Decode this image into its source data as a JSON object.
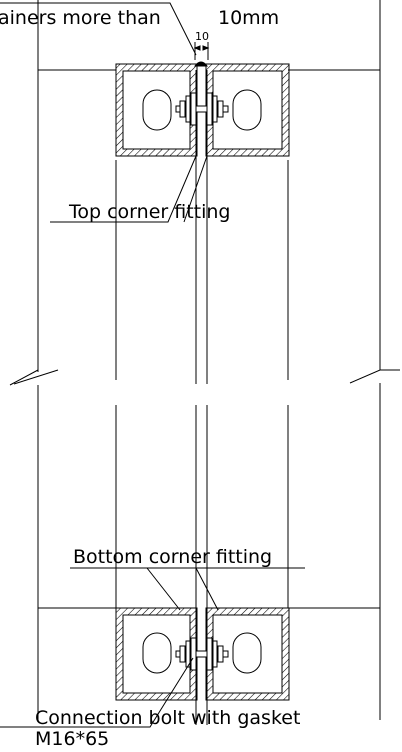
{
  "labels": {
    "top_note": "ainers more than",
    "top_value": "10mm",
    "gap_dim": "10",
    "top_fitting": "Top corner fitting",
    "bottom_fitting": "Bottom corner fitting",
    "bolt_line1": "Connection bolt with gasket",
    "bolt_line2": "M16*65"
  }
}
